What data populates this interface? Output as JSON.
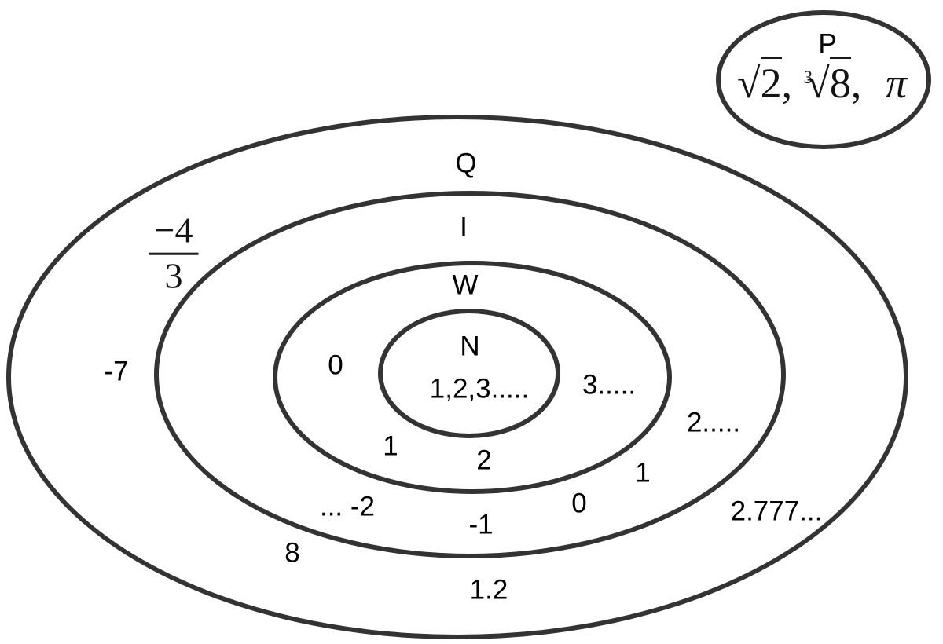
{
  "diagram": {
    "description": "nested-number-sets-euler-diagram",
    "colors": {
      "stroke": "#333333",
      "text": "#000000",
      "background": "#ffffff"
    },
    "sets": {
      "q": {
        "label": "Q"
      },
      "i": {
        "label": "I"
      },
      "w": {
        "label": "W"
      },
      "n": {
        "label": "N",
        "contents": "1,2,3....."
      },
      "p": {
        "label": "P"
      }
    },
    "p_expression": {
      "radical_sign": "√",
      "sqrt_radicand": "2",
      "sep1": ",",
      "cbrt_index": "3",
      "cbrt_radicand": "8",
      "sep2": ",",
      "pi": "π"
    },
    "members": {
      "q_ring": {
        "fraction": {
          "numerator": "−4",
          "denominator": "3"
        },
        "neg_seven": "-7",
        "eight": "8",
        "one_point_two": "1.2",
        "two_repeating": "2.777..."
      },
      "i_ring": {
        "ellipsis_neg_two": "... -2",
        "neg_one": "-1",
        "zero": "0",
        "one": "1",
        "two_onwards": "2....."
      },
      "w_ring": {
        "zero": "0",
        "one": "1",
        "two": "2",
        "three_onwards": "3....."
      }
    }
  }
}
